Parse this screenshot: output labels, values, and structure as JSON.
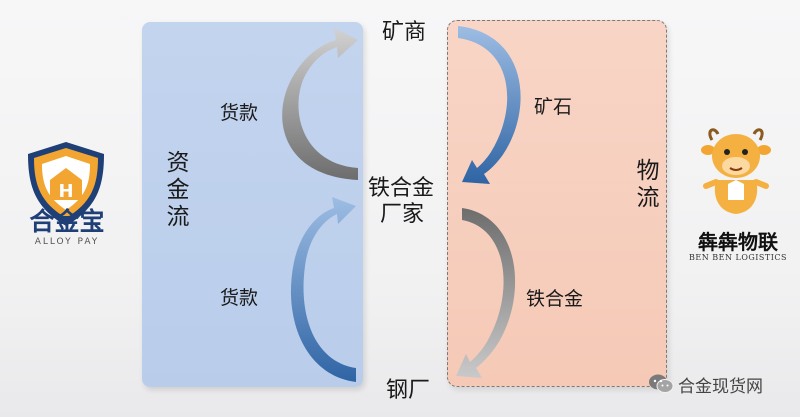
{
  "diagram": {
    "panels": {
      "capital_flow": "资金流",
      "logistics_flow": "物流"
    },
    "nodes": {
      "mine": "矿商",
      "alloy_factory_line1": "铁合金",
      "alloy_factory_line2": "厂家",
      "steel_mill": "钢厂"
    },
    "edges": {
      "payment_top": "货款",
      "payment_bottom": "货款",
      "ore": "矿石",
      "ferroalloy": "铁合金"
    },
    "colors": {
      "capital_panel": "#bccfec",
      "logistics_panel": "#f6cdbb",
      "arrow_blue": "#3f72ad",
      "arrow_gray": "#8c8c8c"
    }
  },
  "logos": {
    "left": {
      "name": "合金宝",
      "subtitle": "ALLOY PAY",
      "badge_letter": "H",
      "icon": "shield-logo-icon"
    },
    "right": {
      "name": "犇犇物联",
      "subtitle": "BEN BEN LOGISTICS",
      "icon": "bull-mascot-icon"
    }
  },
  "watermark": {
    "text": "合金现货网",
    "icon": "wechat-icon"
  }
}
